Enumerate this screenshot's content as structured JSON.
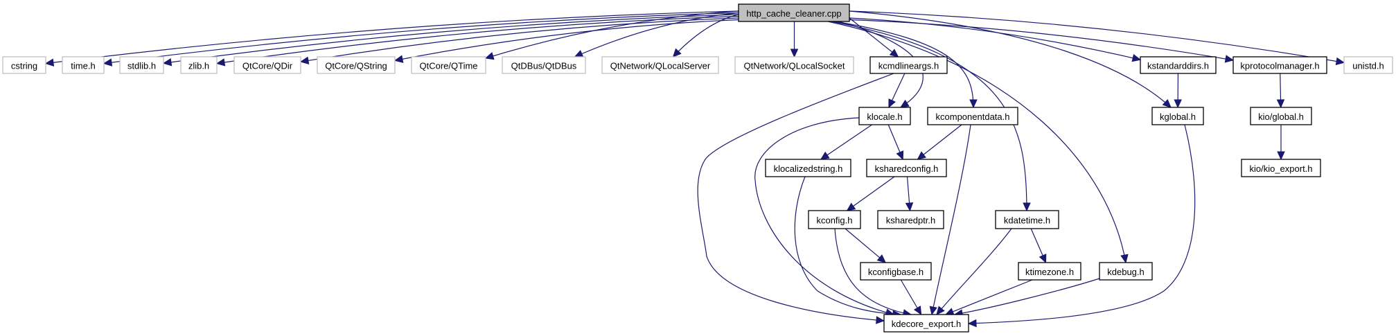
{
  "diagram": {
    "type": "include-dependency-graph",
    "colors": {
      "edge": "#191970",
      "root_fill": "#bfbfbf",
      "root_border": "#000000",
      "documented_border": "#000000",
      "external_border": "#bfbfbf",
      "node_fill": "#ffffff"
    },
    "nodes": [
      {
        "id": "root",
        "label": "http_cache_cleaner.cpp",
        "kind": "root"
      },
      {
        "id": "cstring",
        "label": "cstring",
        "kind": "external"
      },
      {
        "id": "time",
        "label": "time.h",
        "kind": "external"
      },
      {
        "id": "stdlib",
        "label": "stdlib.h",
        "kind": "external"
      },
      {
        "id": "zlib",
        "label": "zlib.h",
        "kind": "external"
      },
      {
        "id": "qdir",
        "label": "QtCore/QDir",
        "kind": "external"
      },
      {
        "id": "qstring",
        "label": "QtCore/QString",
        "kind": "external"
      },
      {
        "id": "qtime",
        "label": "QtCore/QTime",
        "kind": "external"
      },
      {
        "id": "qtdbus",
        "label": "QtDBus/QtDBus",
        "kind": "external"
      },
      {
        "id": "qlocalserver",
        "label": "QtNetwork/QLocalServer",
        "kind": "external"
      },
      {
        "id": "qlocalsocket",
        "label": "QtNetwork/QLocalSocket",
        "kind": "external"
      },
      {
        "id": "kcmdlineargs",
        "label": "kcmdlineargs.h",
        "kind": "documented"
      },
      {
        "id": "kstandarddirs",
        "label": "kstandarddirs.h",
        "kind": "documented"
      },
      {
        "id": "kprotocolmanager",
        "label": "kprotocolmanager.h",
        "kind": "documented"
      },
      {
        "id": "unistd",
        "label": "unistd.h",
        "kind": "external"
      },
      {
        "id": "klocale",
        "label": "klocale.h",
        "kind": "documented"
      },
      {
        "id": "kcomponentdata",
        "label": "kcomponentdata.h",
        "kind": "documented"
      },
      {
        "id": "kglobal",
        "label": "kglobal.h",
        "kind": "documented"
      },
      {
        "id": "kioglobal",
        "label": "kio/global.h",
        "kind": "documented"
      },
      {
        "id": "klocalizedstring",
        "label": "klocalizedstring.h",
        "kind": "documented"
      },
      {
        "id": "ksharedconfig",
        "label": "ksharedconfig.h",
        "kind": "documented"
      },
      {
        "id": "kioexport",
        "label": "kio/kio_export.h",
        "kind": "documented"
      },
      {
        "id": "kconfig",
        "label": "kconfig.h",
        "kind": "documented"
      },
      {
        "id": "ksharedptr",
        "label": "ksharedptr.h",
        "kind": "documented"
      },
      {
        "id": "kdatetime",
        "label": "kdatetime.h",
        "kind": "documented"
      },
      {
        "id": "kconfigbase",
        "label": "kconfigbase.h",
        "kind": "documented"
      },
      {
        "id": "ktimezone",
        "label": "ktimezone.h",
        "kind": "documented"
      },
      {
        "id": "kdebug",
        "label": "kdebug.h",
        "kind": "documented"
      },
      {
        "id": "kdecoreexport",
        "label": "kdecore_export.h",
        "kind": "documented"
      }
    ],
    "edges": [
      [
        "root",
        "cstring"
      ],
      [
        "root",
        "time"
      ],
      [
        "root",
        "stdlib"
      ],
      [
        "root",
        "zlib"
      ],
      [
        "root",
        "qdir"
      ],
      [
        "root",
        "qstring"
      ],
      [
        "root",
        "qtime"
      ],
      [
        "root",
        "qtdbus"
      ],
      [
        "root",
        "qlocalserver"
      ],
      [
        "root",
        "qlocalsocket"
      ],
      [
        "root",
        "kcmdlineargs"
      ],
      [
        "root",
        "klocale"
      ],
      [
        "root",
        "kcomponentdata"
      ],
      [
        "root",
        "kdatetime"
      ],
      [
        "root",
        "kdebug"
      ],
      [
        "root",
        "kglobal"
      ],
      [
        "root",
        "kstandarddirs"
      ],
      [
        "root",
        "kprotocolmanager"
      ],
      [
        "root",
        "unistd"
      ],
      [
        "kcmdlineargs",
        "klocale"
      ],
      [
        "kcmdlineargs",
        "kdecoreexport"
      ],
      [
        "klocale",
        "klocalizedstring"
      ],
      [
        "klocale",
        "ksharedconfig"
      ],
      [
        "klocale",
        "kdecoreexport"
      ],
      [
        "kcomponentdata",
        "ksharedconfig"
      ],
      [
        "kcomponentdata",
        "kdecoreexport"
      ],
      [
        "klocalizedstring",
        "kdecoreexport"
      ],
      [
        "ksharedconfig",
        "kconfig"
      ],
      [
        "ksharedconfig",
        "ksharedptr"
      ],
      [
        "kconfig",
        "kconfigbase"
      ],
      [
        "kconfig",
        "kdecoreexport"
      ],
      [
        "kconfigbase",
        "kdecoreexport"
      ],
      [
        "kdatetime",
        "ktimezone"
      ],
      [
        "kdatetime",
        "kdecoreexport"
      ],
      [
        "ktimezone",
        "kdecoreexport"
      ],
      [
        "kdebug",
        "kdecoreexport"
      ],
      [
        "kglobal",
        "kdecoreexport"
      ],
      [
        "kstandarddirs",
        "kglobal"
      ],
      [
        "kprotocolmanager",
        "kioglobal"
      ],
      [
        "kioglobal",
        "kioexport"
      ]
    ]
  }
}
